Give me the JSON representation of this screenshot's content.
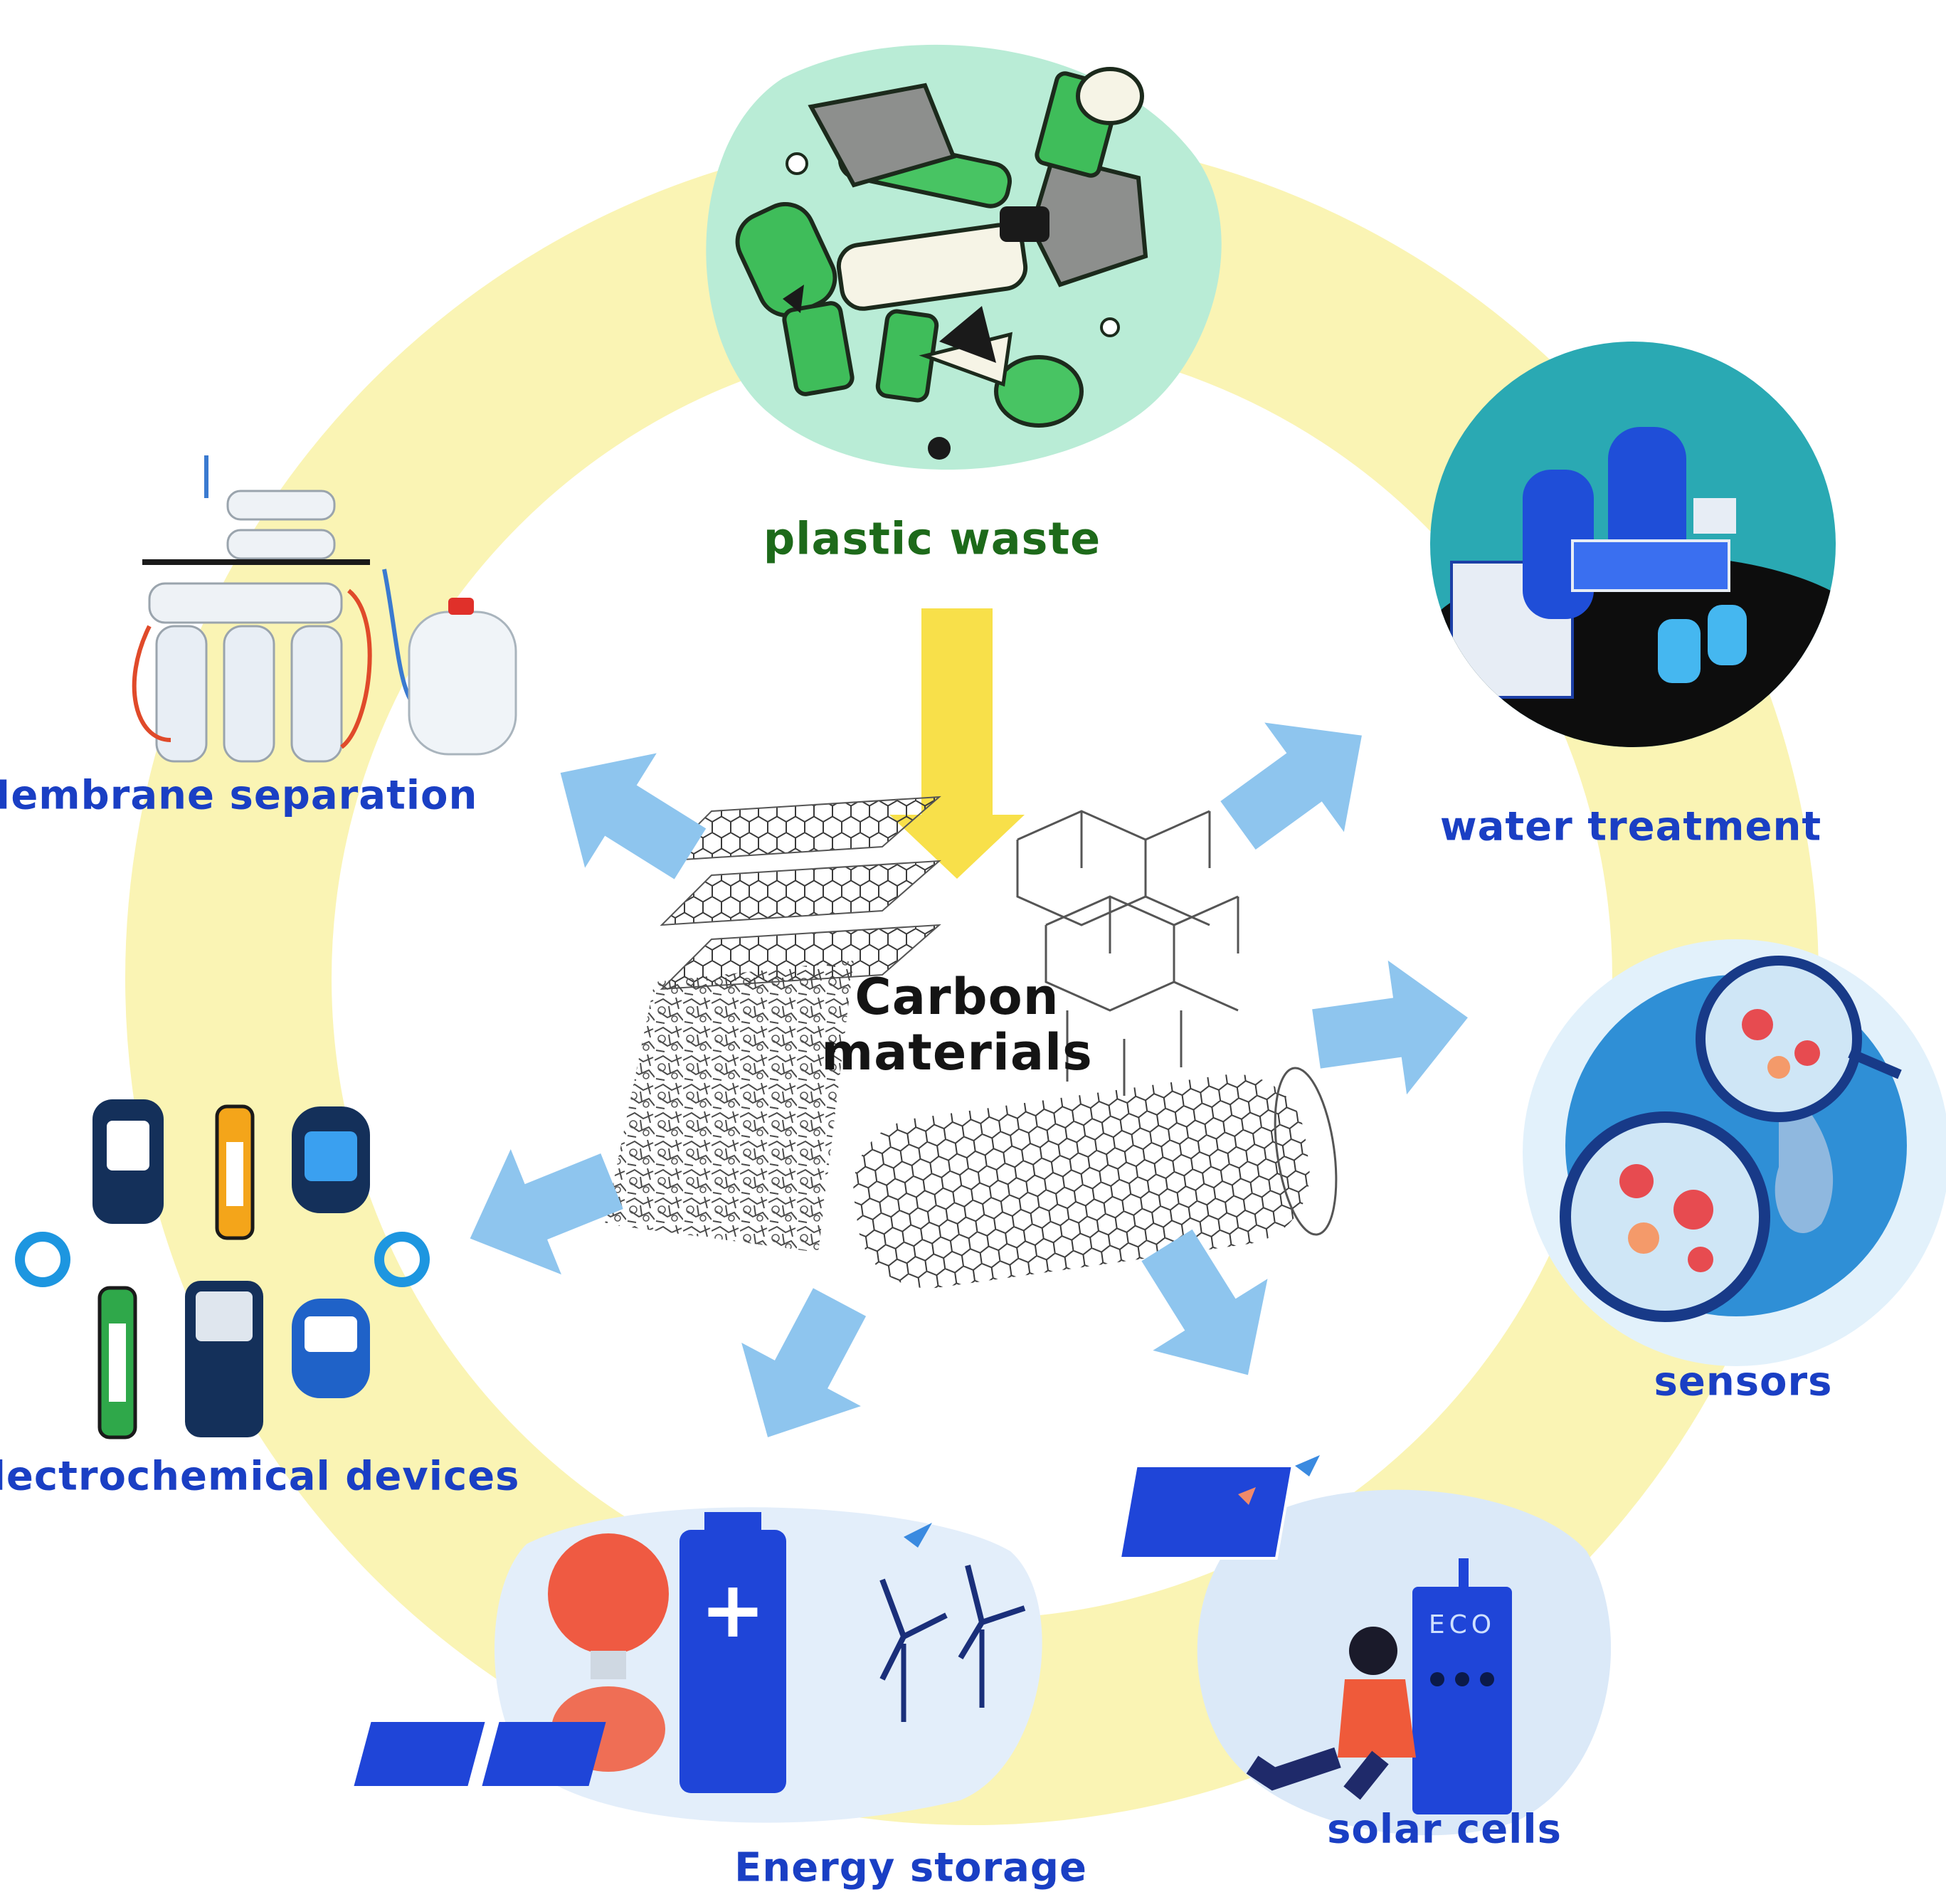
{
  "source": {
    "label": "plastic waste"
  },
  "center": {
    "line1": "Carbon",
    "line2": "materials"
  },
  "applications": {
    "membrane": "Membrane separation",
    "water": "water treatment",
    "sensors": "sensors",
    "electrochemical": "Electrochemical devices",
    "energy": "Energy storage",
    "solar": "solar cells"
  },
  "illustration_text": {
    "eco": "ECO"
  },
  "colors": {
    "ring": "#faf4b4",
    "arrow_main": "#f8e04a",
    "arrow_app": "#8ec5ee",
    "label_blue": "#1a3fc4",
    "label_green": "#1d6a1a"
  }
}
